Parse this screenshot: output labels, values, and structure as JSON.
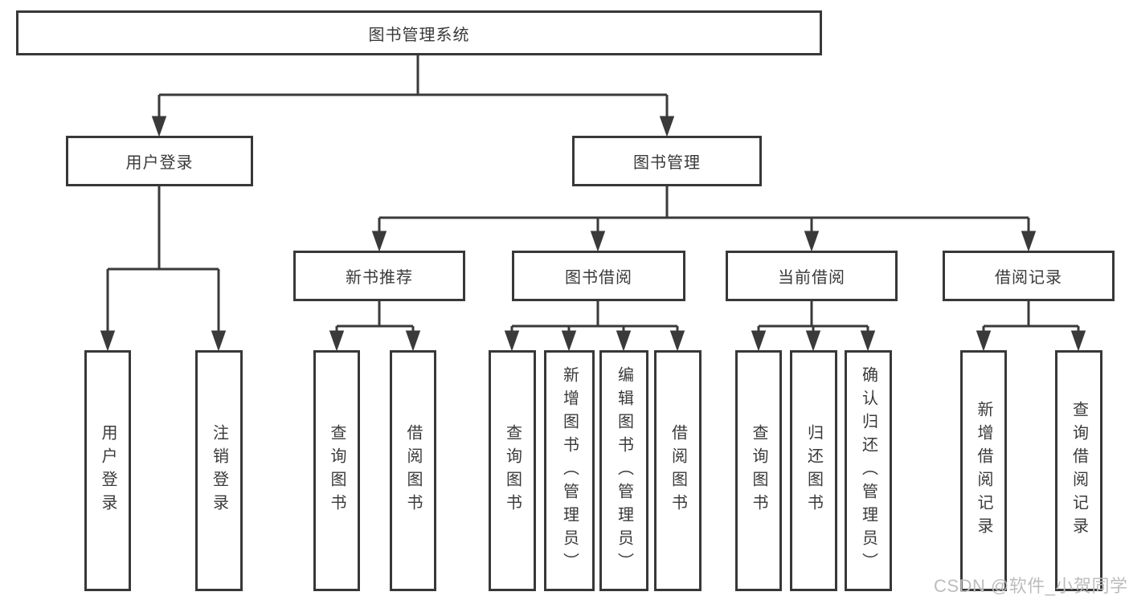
{
  "tree": {
    "root": "图书管理系统",
    "user_login": {
      "label": "用户登录",
      "children": [
        "用户登录",
        "注销登录"
      ]
    },
    "book_mgmt": {
      "label": "图书管理",
      "sections": {
        "new_books": {
          "label": "新书推荐",
          "children": [
            "查询图书",
            "借阅图书"
          ]
        },
        "book_borrow": {
          "label": "图书借阅",
          "children": [
            "查询图书",
            "新增图书（管理员）",
            "编辑图书（管理员）",
            "借阅图书"
          ]
        },
        "current_borrow": {
          "label": "当前借阅",
          "children": [
            "查询图书",
            "归还图书",
            "确认归还（管理员）"
          ]
        },
        "borrow_records": {
          "label": "借阅记录",
          "children": [
            "新增借阅记录",
            "查询借阅记录"
          ]
        }
      }
    }
  },
  "watermark": {
    "text": "CSDN @软件_小贺同学"
  },
  "colors": {
    "line": "#3a3a3a",
    "box_border": "#383838",
    "text": "#3a3a3a",
    "watermark": "#bdbdbd",
    "background": "#ffffff"
  }
}
